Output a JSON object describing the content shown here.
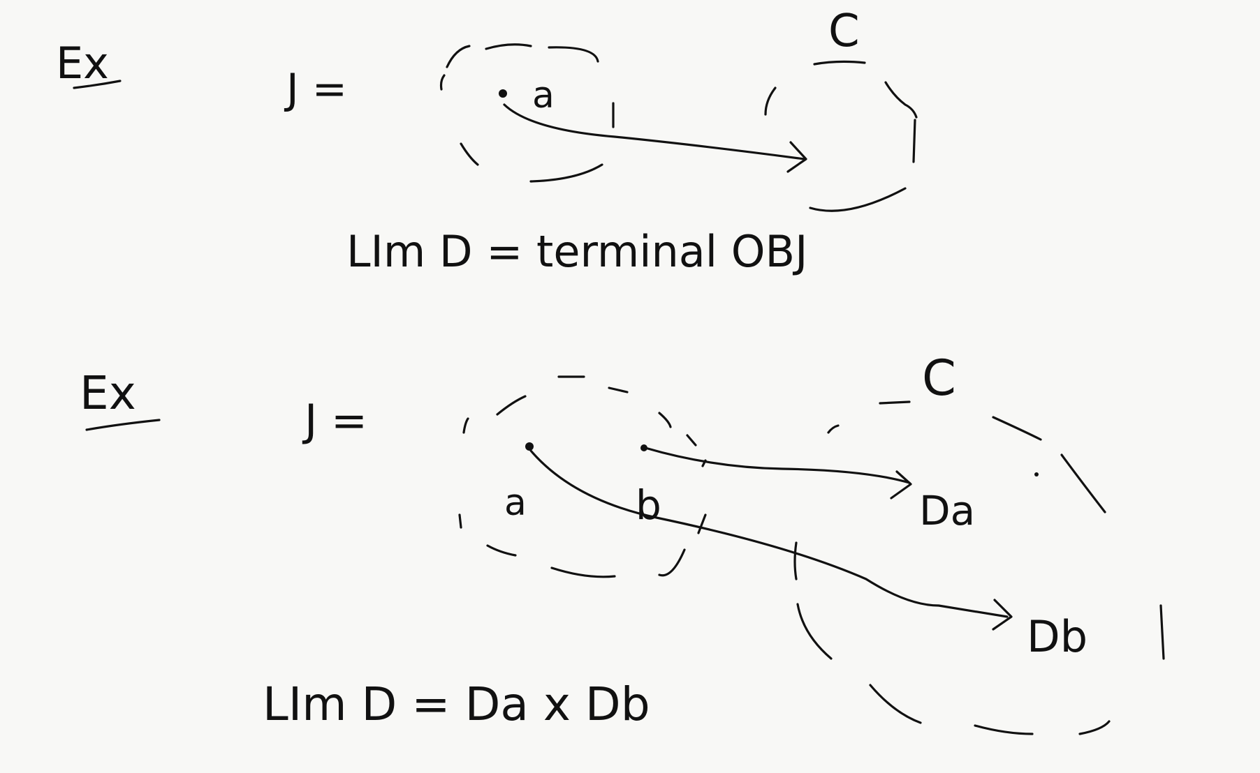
{
  "example1": {
    "heading": "Ex",
    "diagram_label": "J =",
    "object_a": "a",
    "category": "C",
    "formula": "LIm D = terminal OBJ"
  },
  "example2": {
    "heading": "Ex",
    "diagram_label": "J =",
    "object_a": "a",
    "object_b": "b",
    "category": "C",
    "image_a": "Da",
    "image_b": "Db",
    "formula": "LIm D = Da x Db"
  }
}
